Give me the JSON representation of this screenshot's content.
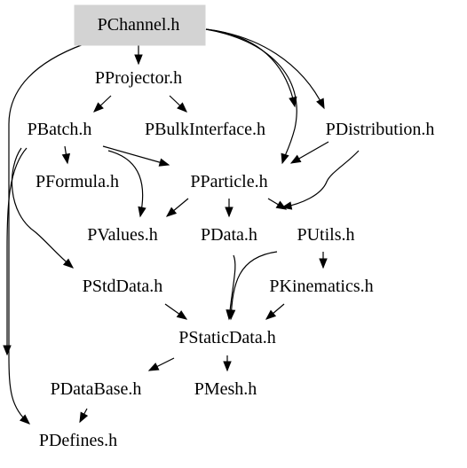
{
  "diagram": {
    "nodes": [
      {
        "id": "pchannel",
        "label": "PChannel.h",
        "highlighted": true
      },
      {
        "id": "pprojector",
        "label": "PProjector.h"
      },
      {
        "id": "pbatch",
        "label": "PBatch.h"
      },
      {
        "id": "pbulkinterface",
        "label": "PBulkInterface.h"
      },
      {
        "id": "pdistribution",
        "label": "PDistribution.h"
      },
      {
        "id": "pformula",
        "label": "PFormula.h"
      },
      {
        "id": "pparticle",
        "label": "PParticle.h"
      },
      {
        "id": "pvalues",
        "label": "PValues.h"
      },
      {
        "id": "pdata",
        "label": "PData.h"
      },
      {
        "id": "putils",
        "label": "PUtils.h"
      },
      {
        "id": "pstddata",
        "label": "PStdData.h"
      },
      {
        "id": "pkinematics",
        "label": "PKinematics.h"
      },
      {
        "id": "pstaticdata",
        "label": "PStaticData.h"
      },
      {
        "id": "pdatabase",
        "label": "PDataBase.h"
      },
      {
        "id": "pmesh",
        "label": "PMesh.h"
      },
      {
        "id": "pdefines",
        "label": "PDefines.h"
      }
    ],
    "edges": [
      {
        "from": "pchannel",
        "to": "pprojector"
      },
      {
        "from": "pchannel",
        "to": "pbulkinterface"
      },
      {
        "from": "pchannel",
        "to": "pdistribution"
      },
      {
        "from": "pchannel",
        "to": "pparticle"
      },
      {
        "from": "pchannel",
        "to": "pdefines"
      },
      {
        "from": "pprojector",
        "to": "pbatch"
      },
      {
        "from": "pprojector",
        "to": "pbulkinterface"
      },
      {
        "from": "pbatch",
        "to": "pformula"
      },
      {
        "from": "pbatch",
        "to": "pparticle"
      },
      {
        "from": "pbatch",
        "to": "pvalues"
      },
      {
        "from": "pbatch",
        "to": "pstddata"
      },
      {
        "from": "pbatch",
        "to": "pdefines"
      },
      {
        "from": "pdistribution",
        "to": "pparticle"
      },
      {
        "from": "pdistribution",
        "to": "putils"
      },
      {
        "from": "pparticle",
        "to": "pvalues"
      },
      {
        "from": "pparticle",
        "to": "pdata"
      },
      {
        "from": "pparticle",
        "to": "putils"
      },
      {
        "from": "pdata",
        "to": "pstaticdata"
      },
      {
        "from": "putils",
        "to": "pkinematics"
      },
      {
        "from": "putils",
        "to": "pstaticdata"
      },
      {
        "from": "pstddata",
        "to": "pstaticdata"
      },
      {
        "from": "pkinematics",
        "to": "pstaticdata"
      },
      {
        "from": "pstaticdata",
        "to": "pdatabase"
      },
      {
        "from": "pstaticdata",
        "to": "pmesh"
      },
      {
        "from": "pdatabase",
        "to": "pdefines"
      }
    ]
  },
  "colors": {
    "highlight_fill": "#d3d3d3",
    "stroke": "#000000",
    "text": "#000000",
    "background": "#ffffff"
  }
}
